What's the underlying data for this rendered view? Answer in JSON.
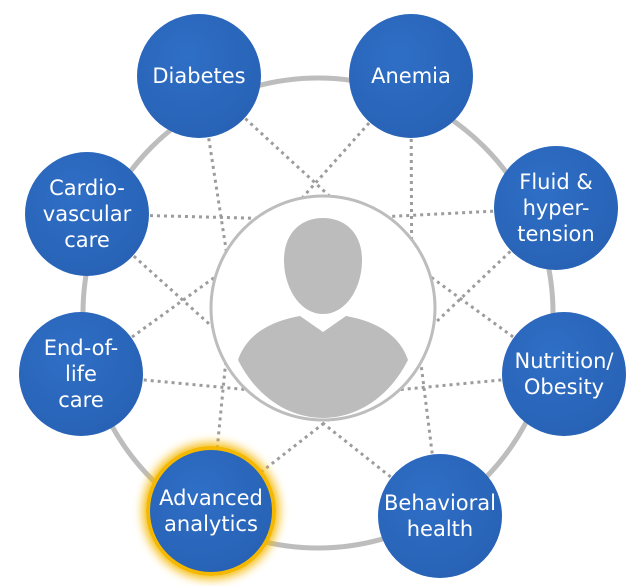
{
  "colors": {
    "node_fill": "#2f6fc6",
    "node_fill_dark": "#255eb0",
    "ring": "#bdbdbd",
    "dotted_link": "#9c9c9c",
    "center_fill": "#ffffff",
    "person_fill": "#bcbcbc",
    "highlight_ring": "#f5b800"
  },
  "center": {
    "icon": "person-silhouette-icon"
  },
  "nodes": [
    {
      "id": "diabetes",
      "label": "Diabetes",
      "highlighted": false
    },
    {
      "id": "anemia",
      "label": "Anemia",
      "highlighted": false
    },
    {
      "id": "cardiovascular-care",
      "label": "Cardio-\nvascular\ncare",
      "highlighted": false
    },
    {
      "id": "fluid-hypertension",
      "label": "Fluid &\nhyper-\ntension",
      "highlighted": false
    },
    {
      "id": "end-of-life-care",
      "label": "End-of-\nlife\ncare",
      "highlighted": false
    },
    {
      "id": "nutrition-obesity",
      "label": "Nutrition/\nObesity",
      "highlighted": false
    },
    {
      "id": "advanced-analytics",
      "label": "Advanced\nanalytics",
      "highlighted": true
    },
    {
      "id": "behavioral-health",
      "label": "Behavioral\nhealth",
      "highlighted": false
    }
  ]
}
